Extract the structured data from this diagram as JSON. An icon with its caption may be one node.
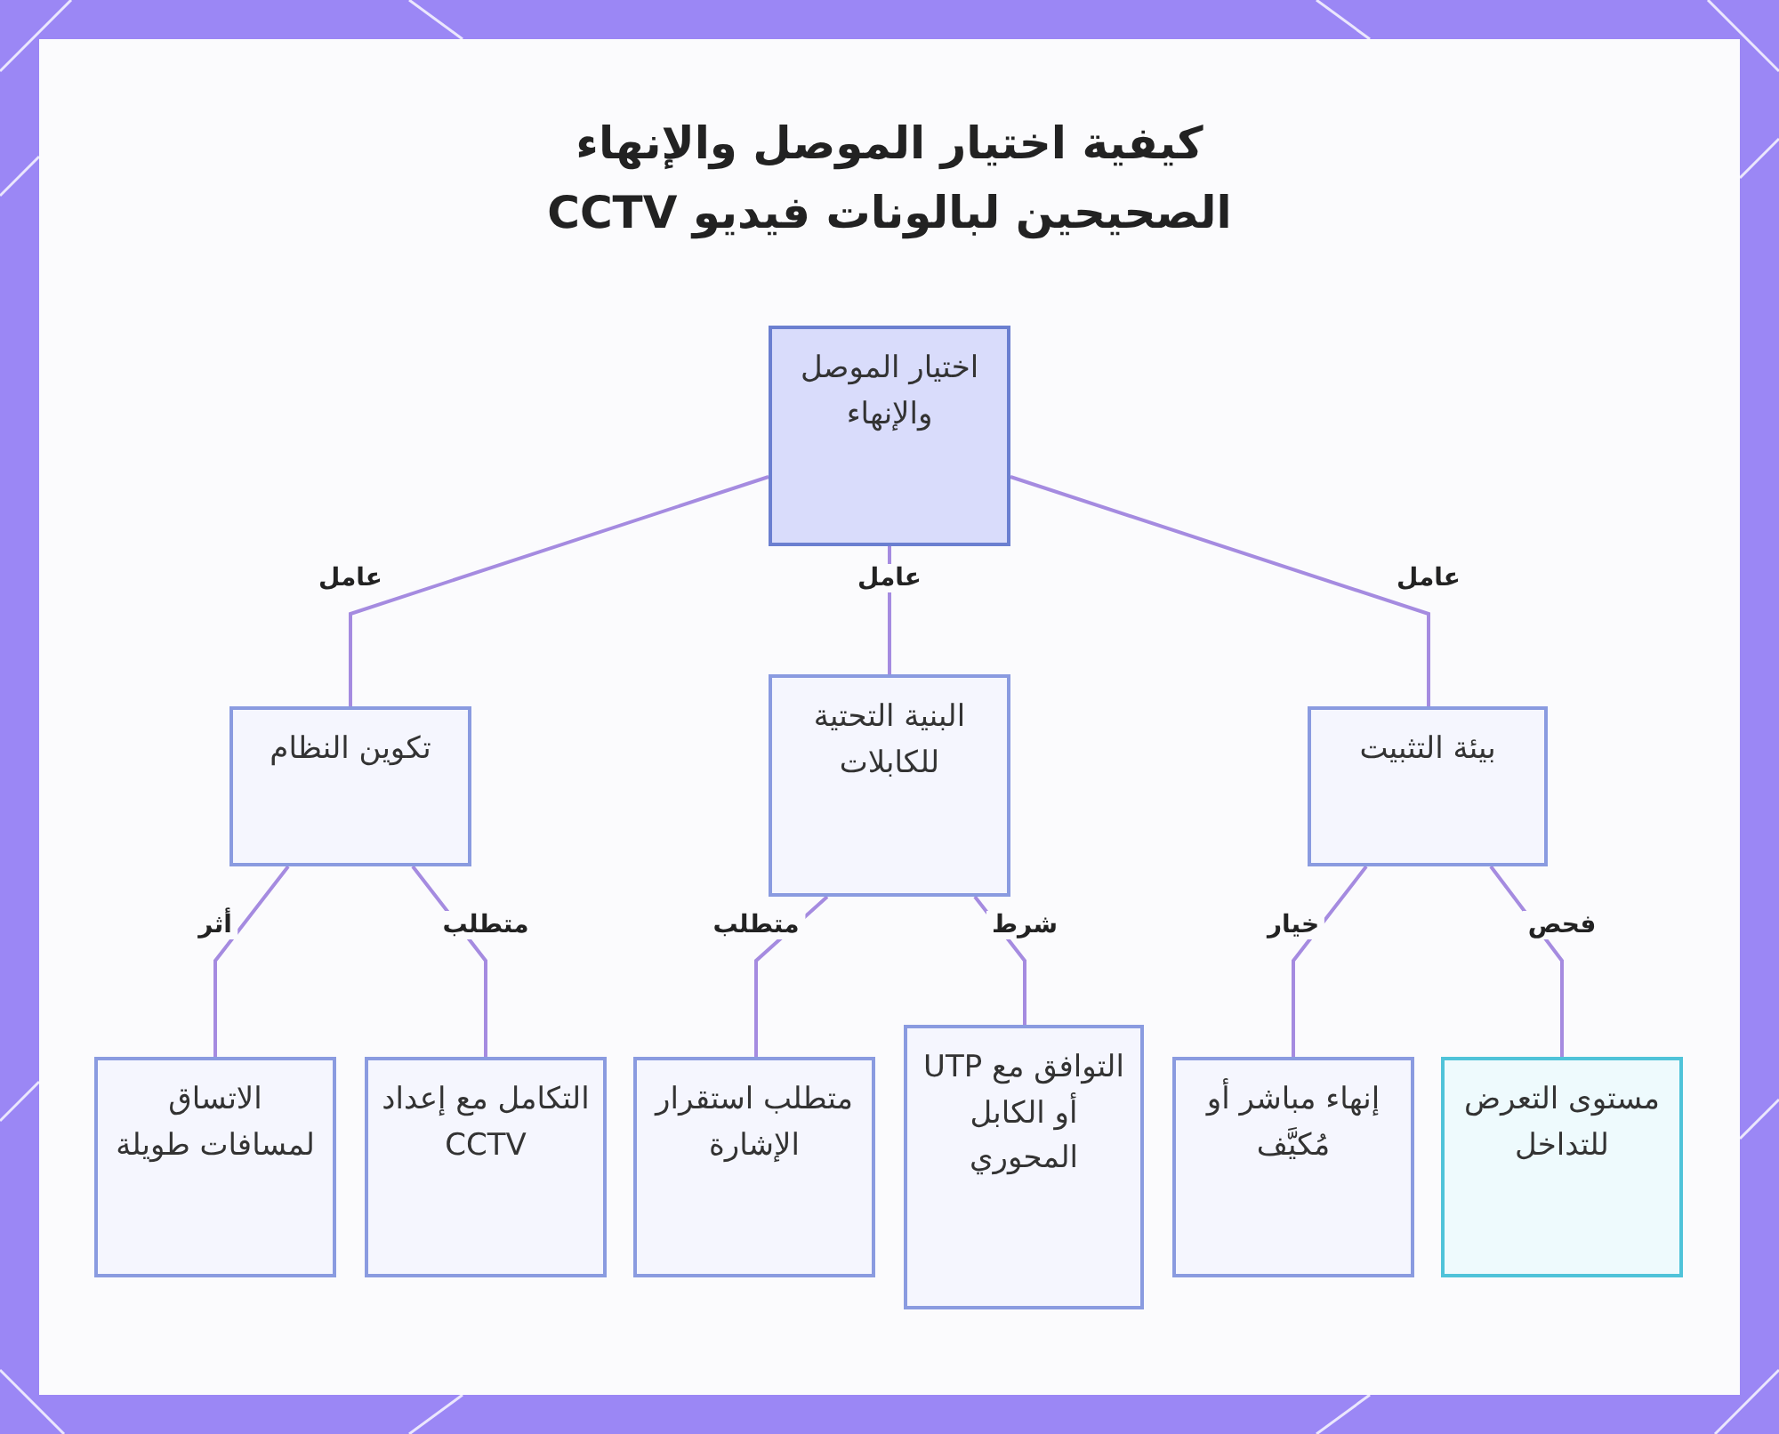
{
  "diagram": {
    "title": "كيفية اختيار الموصل والإنهاء الصحيحين لبالونات فيديو CCTV",
    "nodes": [
      {
        "text": [
          "اختيار الموصل والإنهاء"
        ]
      },
      {
        "text": [
          "بيئة التثبيت"
        ]
      },
      {
        "text": [
          "البنية التحتية للكابلات"
        ]
      },
      {
        "text": [
          "تكوين النظام"
        ]
      },
      {
        "text": [
          "مستوى التعرض للتداخل"
        ]
      },
      {
        "text": [
          "إنهاء مباشر أو مُكيَّف"
        ]
      },
      {
        "text": [
          "التوافق مع UTP أو الكابل المحوري"
        ]
      },
      {
        "text": [
          "متطلب استقرار الإشارة"
        ]
      },
      {
        "text": [
          "التكامل مع إعداد CCTV"
        ]
      },
      {
        "text": [
          "الاتساق لمسافات طويلة"
        ]
      }
    ],
    "edges": [
      {
        "from": 0,
        "to": 1,
        "arrow": "none",
        "label": "عامل"
      },
      {
        "from": 0,
        "to": 2,
        "arrow": "none",
        "label": "عامل"
      },
      {
        "from": 0,
        "to": 3,
        "arrow": "none",
        "label": "عامل"
      },
      {
        "from": 1,
        "to": 4,
        "arrow": "none",
        "label": "فحص"
      },
      {
        "from": 1,
        "to": 5,
        "arrow": "none",
        "label": "خيار"
      },
      {
        "from": 2,
        "to": 6,
        "arrow": "none",
        "label": "شرط"
      },
      {
        "from": 2,
        "to": 7,
        "arrow": "none",
        "label": "متطلب"
      },
      {
        "from": 3,
        "to": 8,
        "arrow": "none",
        "label": "متطلب"
      },
      {
        "from": 3,
        "to": 9,
        "arrow": "none",
        "label": "أثر"
      }
    ]
  }
}
